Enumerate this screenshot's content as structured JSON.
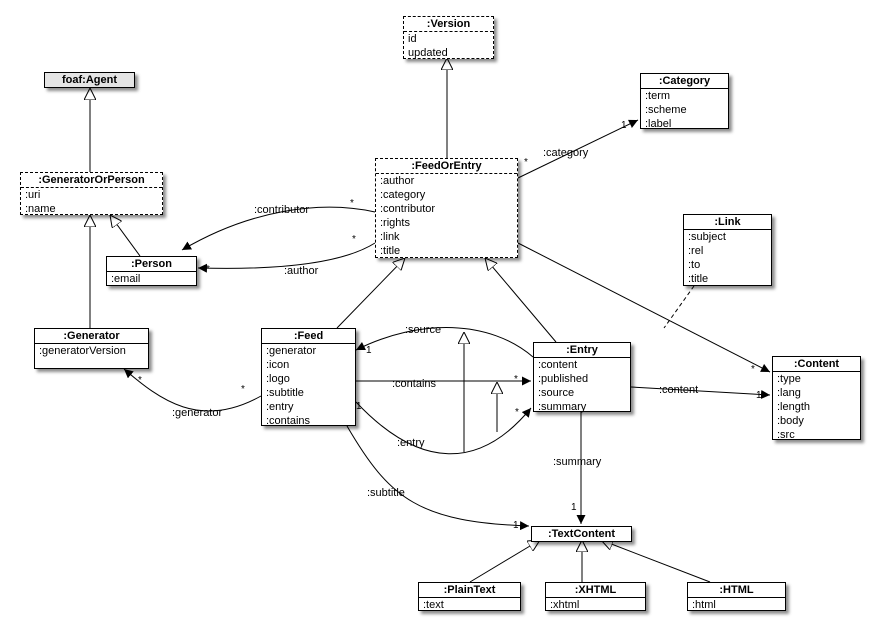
{
  "classes": {
    "version": {
      "name": ":Version",
      "attrs": [
        "id",
        "updated"
      ]
    },
    "agent": {
      "name": "foaf:Agent",
      "attrs": []
    },
    "category": {
      "name": ":Category",
      "attrs": [
        ":term",
        ":scheme",
        ":label"
      ]
    },
    "generatorOrPerson": {
      "name": ":GeneratorOrPerson",
      "attrs": [
        ":uri",
        ":name"
      ]
    },
    "feedOrEntry": {
      "name": ":FeedOrEntry",
      "attrs": [
        ":author",
        ":category",
        ":contributor",
        ":rights",
        ":link",
        ":title"
      ]
    },
    "link": {
      "name": ":Link",
      "attrs": [
        ":subject",
        ":rel",
        ":to",
        ":title"
      ]
    },
    "person": {
      "name": ":Person",
      "attrs": [
        ":email"
      ]
    },
    "generator": {
      "name": ":Generator",
      "attrs": [
        ":generatorVersion"
      ]
    },
    "feed": {
      "name": ":Feed",
      "attrs": [
        ":generator",
        ":icon",
        ":logo",
        ":subtitle",
        ":entry",
        ":contains"
      ]
    },
    "entry": {
      "name": ":Entry",
      "attrs": [
        ":content",
        ":published",
        ":source",
        ":summary"
      ]
    },
    "content": {
      "name": ":Content",
      "attrs": [
        ":type",
        ":lang",
        ":length",
        ":body",
        ":src"
      ]
    },
    "textContent": {
      "name": ":TextContent",
      "attrs": []
    },
    "plainText": {
      "name": ":PlainText",
      "attrs": [
        ":text"
      ]
    },
    "xhtml": {
      "name": ":XHTML",
      "attrs": [
        ":xhtml"
      ]
    },
    "html": {
      "name": ":HTML",
      "attrs": [
        ":html"
      ]
    }
  },
  "associations": {
    "category": ":category",
    "contributor": ":contributor",
    "author": ":author",
    "source": ":source",
    "contains": ":contains",
    "content": ":content",
    "generator": ":generator",
    "entry": ":entry",
    "summary": ":summary",
    "subtitle": ":subtitle"
  },
  "multiplicities": {
    "many": "*",
    "one": "1"
  }
}
